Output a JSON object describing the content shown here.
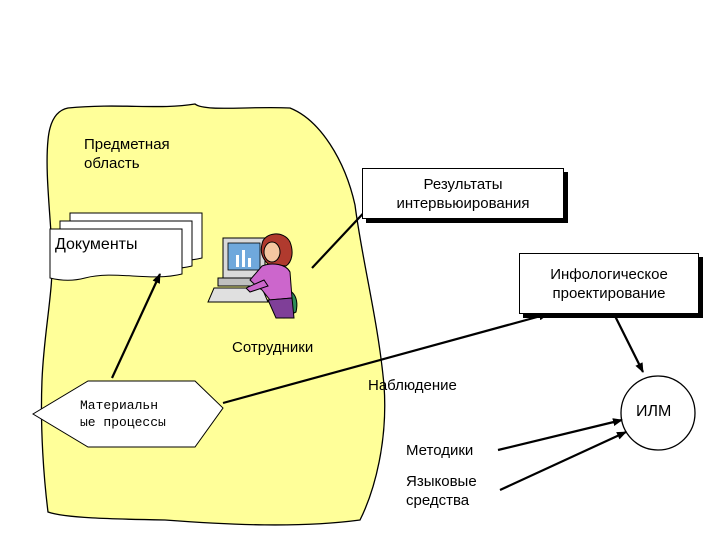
{
  "diagram": {
    "subject_area_label": [
      "Предметная",
      "область"
    ],
    "documents_label": "Документы",
    "interview_results_label": [
      "Результаты",
      "интервьюирования"
    ],
    "infological_design_label": [
      "Инфологическое",
      "проектирование"
    ],
    "employees_label": "Сотрудники",
    "observation_label": "Наблюдение",
    "material_processes_label": [
      "Материальн",
      "ые процессы"
    ],
    "ilm_label": "ИЛМ",
    "methods_label": "Методики",
    "language_means_label": [
      "Языковые",
      "средства"
    ]
  },
  "colors": {
    "subject_area_fill": "#ffff99",
    "person_shirt": "#cc66cc",
    "person_hair": "#b03a2e",
    "monitor_screen": "#6fa8dc",
    "chair": "#2e8b57"
  }
}
